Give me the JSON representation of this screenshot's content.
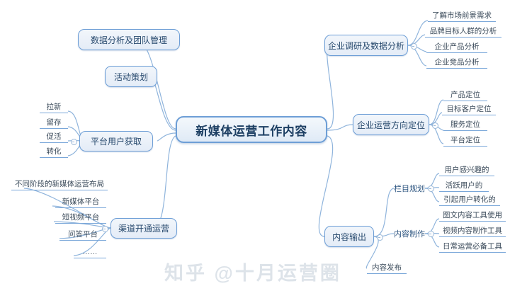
{
  "diagram": {
    "type": "mindmap",
    "background": "#ffffff",
    "accent": "#6d9ed6",
    "root": {
      "label": "新媒体运营工作内容"
    },
    "branches": [
      {
        "label": "数据分析及团队管理",
        "side": "left",
        "children": []
      },
      {
        "label": "活动策划",
        "side": "left",
        "children": []
      },
      {
        "label": "平台用户获取",
        "side": "left",
        "children": [
          {
            "label": "拉新"
          },
          {
            "label": "留存"
          },
          {
            "label": "促活"
          },
          {
            "label": "转化"
          }
        ]
      },
      {
        "label": "渠道开通运营",
        "side": "left",
        "children": [
          {
            "label": "不同阶段的新媒体运营布局"
          },
          {
            "label": "新媒体平台"
          },
          {
            "label": "短视频平台"
          },
          {
            "label": "问答平台"
          },
          {
            "label": "……"
          }
        ]
      },
      {
        "label": "企业调研及数据分析",
        "side": "right",
        "children": [
          {
            "label": "了解市场前景需求"
          },
          {
            "label": "品牌目标人群的分析"
          },
          {
            "label": "企业产品分析"
          },
          {
            "label": "企业竞品分析"
          }
        ]
      },
      {
        "label": "企业运营方向定位",
        "side": "right",
        "children": [
          {
            "label": "产品定位"
          },
          {
            "label": "目标客户定位"
          },
          {
            "label": "服务定位"
          },
          {
            "label": "平台定位"
          }
        ]
      },
      {
        "label": "内容输出",
        "side": "right",
        "children": [
          {
            "label": "栏目规划",
            "children": [
              {
                "label": "用户感兴趣的"
              },
              {
                "label": "活跃用户的"
              },
              {
                "label": "引起用户转化的"
              }
            ]
          },
          {
            "label": "内容制作",
            "children": [
              {
                "label": "图文内容工具使用"
              },
              {
                "label": "视频内容制作工具"
              },
              {
                "label": "日常运营必备工具"
              }
            ]
          },
          {
            "label": "内容发布",
            "children": []
          }
        ]
      }
    ]
  },
  "watermark": {
    "text": "知乎 @十月运营圈"
  }
}
